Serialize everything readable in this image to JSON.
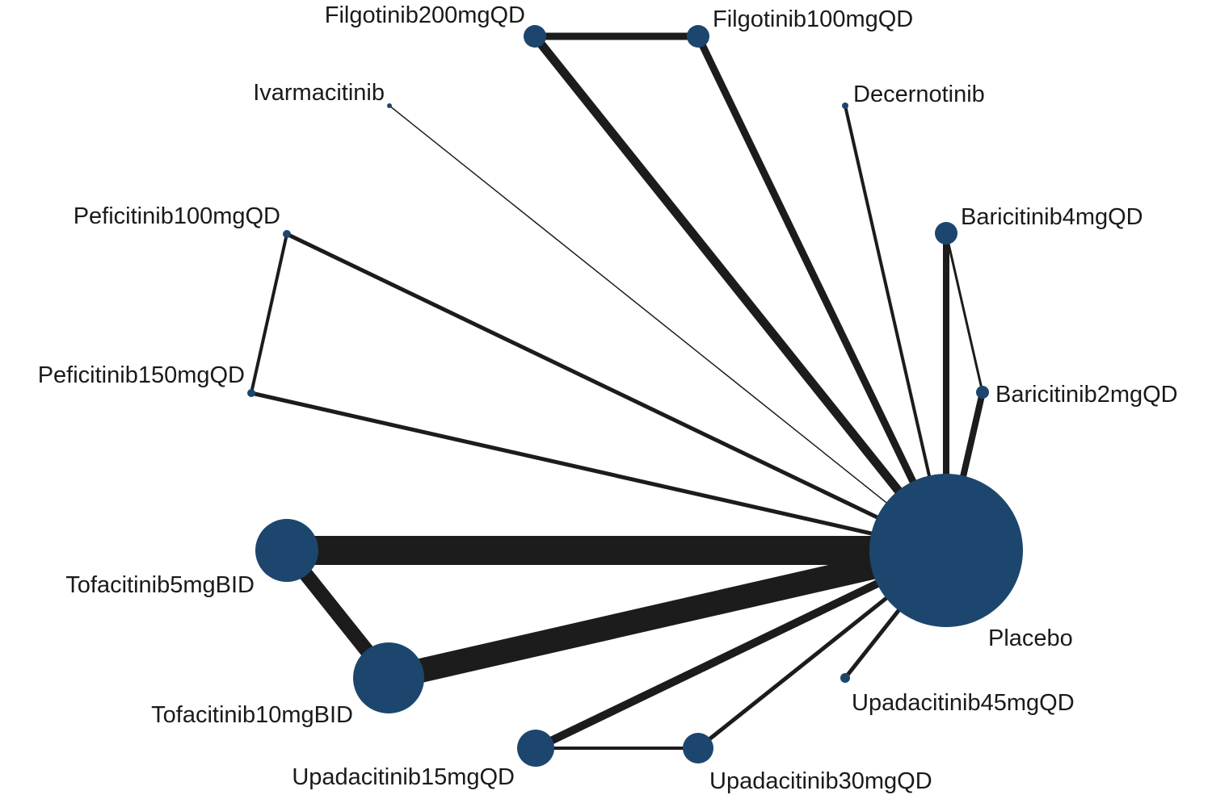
{
  "network": {
    "colors": {
      "node": "#1c466d",
      "edge": "#1c1c1c"
    },
    "nodes": [
      {
        "id": "filg200",
        "label": "Filgotinib200mgQD"
      },
      {
        "id": "filg100",
        "label": "Filgotinib100mgQD"
      },
      {
        "id": "ivar",
        "label": "Ivarmacitinib"
      },
      {
        "id": "decern",
        "label": "Decernotinib"
      },
      {
        "id": "pef100",
        "label": "Peficitinib100mgQD"
      },
      {
        "id": "bari4",
        "label": "Baricitinib4mgQD"
      },
      {
        "id": "pef150",
        "label": "Peficitinib150mgQD"
      },
      {
        "id": "bari2",
        "label": "Baricitinib2mgQD"
      },
      {
        "id": "tofa5",
        "label": "Tofacitinib5mgBID"
      },
      {
        "id": "placebo",
        "label": "Placebo"
      },
      {
        "id": "tofa10",
        "label": "Tofacitinib10mgBID"
      },
      {
        "id": "upa45",
        "label": "Upadacitinib45mgQD"
      },
      {
        "id": "upa15",
        "label": "Upadacitinib15mgQD"
      },
      {
        "id": "upa30",
        "label": "Upadacitinib30mgQD"
      }
    ],
    "edges": [
      {
        "source": "filg200",
        "target": "filg100"
      },
      {
        "source": "filg200",
        "target": "placebo"
      },
      {
        "source": "filg100",
        "target": "placebo"
      },
      {
        "source": "ivar",
        "target": "placebo"
      },
      {
        "source": "decern",
        "target": "placebo"
      },
      {
        "source": "pef100",
        "target": "pef150"
      },
      {
        "source": "pef100",
        "target": "placebo"
      },
      {
        "source": "pef150",
        "target": "placebo"
      },
      {
        "source": "bari4",
        "target": "bari2"
      },
      {
        "source": "bari4",
        "target": "placebo"
      },
      {
        "source": "bari2",
        "target": "placebo"
      },
      {
        "source": "tofa5",
        "target": "placebo"
      },
      {
        "source": "tofa5",
        "target": "tofa10"
      },
      {
        "source": "tofa10",
        "target": "placebo"
      },
      {
        "source": "upa15",
        "target": "upa30"
      },
      {
        "source": "upa15",
        "target": "placebo"
      },
      {
        "source": "upa30",
        "target": "placebo"
      },
      {
        "source": "upa45",
        "target": "placebo"
      }
    ]
  }
}
